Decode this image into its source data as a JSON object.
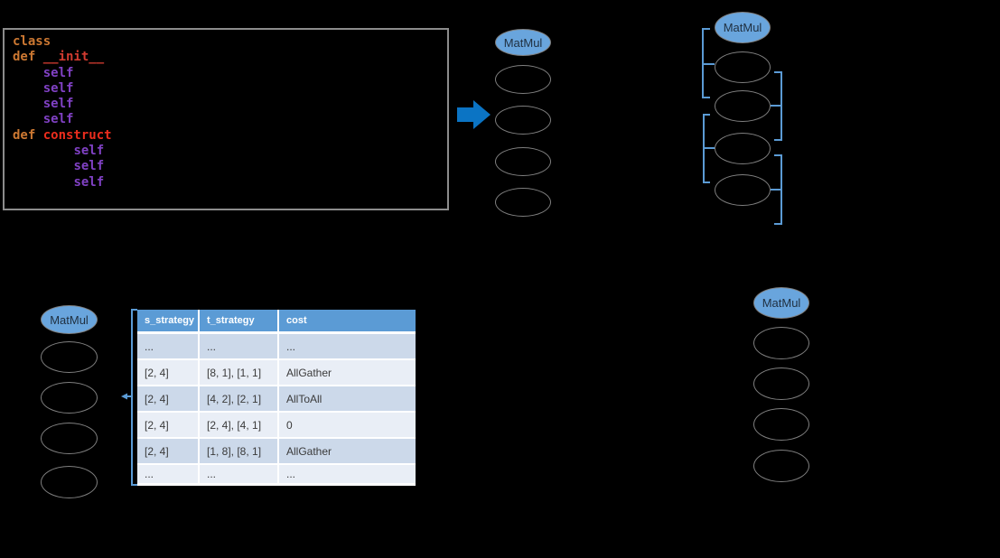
{
  "palette": {
    "background": "#000000",
    "arrow_blue": "#0B74C4",
    "node_fill": "#69A5DD",
    "node_stroke": "#7F7F7F",
    "bracket_blue": "#5B9BD5",
    "table_header_bg": "#5B9BD5",
    "table_row_dark": "#CCD9EA",
    "table_row_light": "#E9EEF6",
    "code_keyword": "#CC7832",
    "code_dunder": "#D23B30",
    "code_method": "#EC2D1D",
    "code_self": "#8041C4"
  },
  "code_block": {
    "lines": [
      [
        {
          "text": "class",
          "style": "keyword"
        }
      ],
      [
        {
          "text": "def ",
          "style": "keyword"
        },
        {
          "text": "__init__",
          "style": "dunder"
        }
      ],
      [
        {
          "text": "    ",
          "style": "plain"
        },
        {
          "text": "self",
          "style": "self"
        }
      ],
      [
        {
          "text": "    ",
          "style": "plain"
        },
        {
          "text": "self",
          "style": "self"
        }
      ],
      [
        {
          "text": "    ",
          "style": "plain"
        },
        {
          "text": "self",
          "style": "self"
        }
      ],
      [
        {
          "text": "    ",
          "style": "plain"
        },
        {
          "text": "self",
          "style": "self"
        }
      ],
      [
        {
          "text": "def ",
          "style": "keyword"
        },
        {
          "text": "construct",
          "style": "method"
        }
      ],
      [
        {
          "text": "        ",
          "style": "plain"
        },
        {
          "text": "self",
          "style": "self"
        }
      ],
      [
        {
          "text": "        ",
          "style": "plain"
        },
        {
          "text": "self",
          "style": "self"
        }
      ],
      [
        {
          "text": "        ",
          "style": "plain"
        },
        {
          "text": "self",
          "style": "self"
        }
      ]
    ]
  },
  "graphs": {
    "source": {
      "op": "MatMul"
    },
    "grouped": {
      "op": "MatMul"
    },
    "bottom_left": {
      "op": "MatMul"
    },
    "bottom_right": {
      "op": "MatMul"
    }
  },
  "table": {
    "headers": [
      "s_strategy",
      "t_strategy",
      "cost"
    ],
    "rows": [
      [
        "...",
        "...",
        "..."
      ],
      [
        "[2, 4]",
        "[8, 1], [1, 1]",
        "AllGather"
      ],
      [
        "[2, 4]",
        "[4, 2], [2, 1]",
        "AllToAll"
      ],
      [
        "[2, 4]",
        "[2, 4], [4, 1]",
        "0"
      ],
      [
        "[2, 4]",
        "[1, 8], [8, 1]",
        "AllGather"
      ],
      [
        "...",
        "...",
        "..."
      ]
    ]
  }
}
